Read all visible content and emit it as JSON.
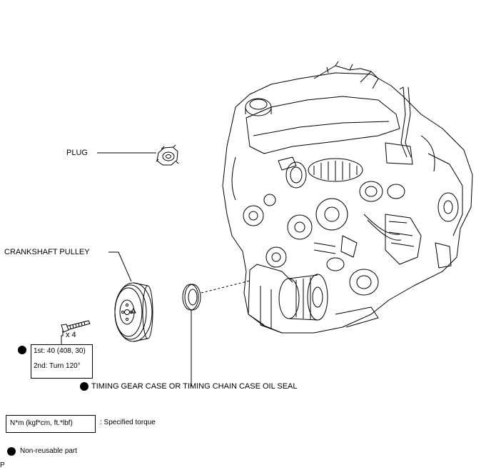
{
  "labels": {
    "plug": "PLUG",
    "crankshaft_pulley": "CRANKSHAFT PULLEY",
    "bolt_qty": "x 4",
    "torque_first": "1st: 40 (408, 30)",
    "torque_second": "2nd: Turn 120°",
    "oil_seal": "TIMING GEAR CASE OR TIMING CHAIN CASE OIL SEAL"
  },
  "legend": {
    "torque_units": "N*m (kgf*cm, ft.*lbf)",
    "torque_desc": ": Specified torque",
    "nonreusable": "Non-reusable part"
  },
  "corner_mark": "P"
}
